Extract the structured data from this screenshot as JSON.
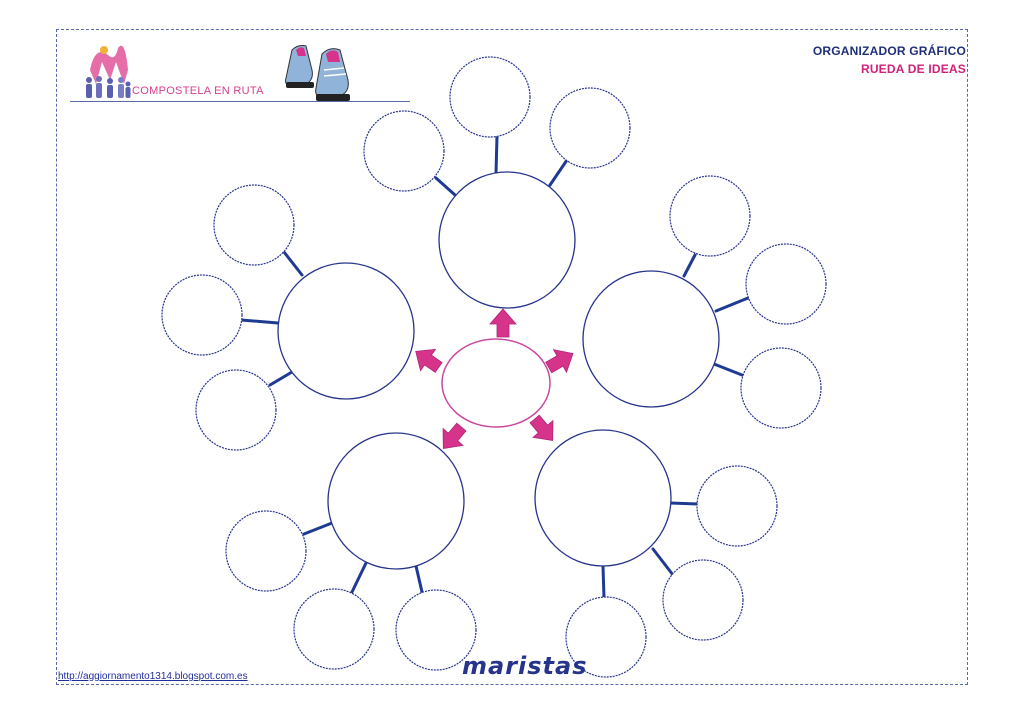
{
  "header": {
    "title_line1": "ORGANIZADOR GRÁFICO",
    "title_line2": "RUEDA DE IDEAS"
  },
  "logo": {
    "brand_text": "COMPOSTELA EN RUTA"
  },
  "footer": {
    "link": "http://aggiornamento1314.blogspot.com.es",
    "brand": "maristas"
  },
  "colors": {
    "circle_stroke": "#27348b",
    "connector": "#1f3a93",
    "center_stroke": "#c94aa0",
    "arrow": "#d6338a",
    "title_dark": "#1f2f7a",
    "title_pink": "#d0227a"
  },
  "icons": [
    "logo-figures-icon",
    "sneakers-icon",
    "arrow-icon"
  ]
}
